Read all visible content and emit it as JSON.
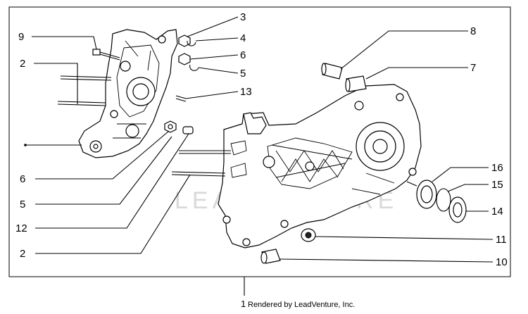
{
  "diagram": {
    "callouts": {
      "c9": "9",
      "c2a": "2",
      "c3": "3",
      "c4": "4",
      "c6a": "6",
      "c5a": "5",
      "c13": "13",
      "c8": "8",
      "c7": "7",
      "c6b": "6",
      "c5b": "5",
      "c12": "12",
      "c2b": "2",
      "c16": "16",
      "c15": "15",
      "c14": "14",
      "c11": "11",
      "c10": "10",
      "c1": "1"
    },
    "footer_text": "Rendered by LeadVenture, Inc.",
    "watermark": "LEADVENTURE"
  }
}
